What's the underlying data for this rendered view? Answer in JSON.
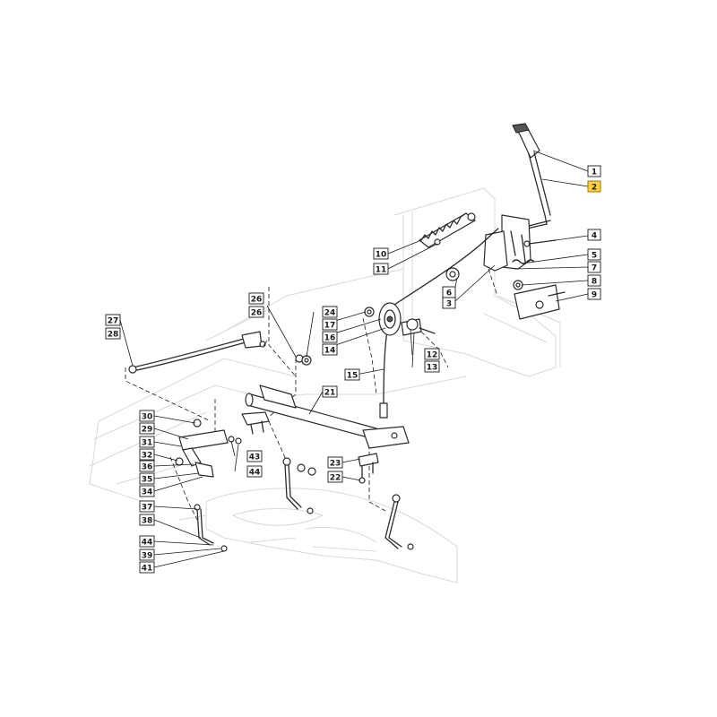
{
  "highlight_color": "#ffd23f",
  "callouts": [
    {
      "label": "1",
      "highlight": false
    },
    {
      "label": "2",
      "highlight": true
    },
    {
      "label": "4",
      "highlight": false
    },
    {
      "label": "5",
      "highlight": false
    },
    {
      "label": "7",
      "highlight": false
    },
    {
      "label": "8",
      "highlight": false
    },
    {
      "label": "9",
      "highlight": false
    },
    {
      "label": "6",
      "highlight": false
    },
    {
      "label": "3",
      "highlight": false
    },
    {
      "label": "10",
      "highlight": false
    },
    {
      "label": "11",
      "highlight": false
    },
    {
      "label": "26",
      "highlight": false
    },
    {
      "label": "26",
      "highlight": false
    },
    {
      "label": "24",
      "highlight": false
    },
    {
      "label": "17",
      "highlight": false
    },
    {
      "label": "16",
      "highlight": false
    },
    {
      "label": "14",
      "highlight": false
    },
    {
      "label": "27",
      "highlight": false
    },
    {
      "label": "28",
      "highlight": false
    },
    {
      "label": "12",
      "highlight": false
    },
    {
      "label": "13",
      "highlight": false
    },
    {
      "label": "15",
      "highlight": false
    },
    {
      "label": "21",
      "highlight": false
    },
    {
      "label": "30",
      "highlight": false
    },
    {
      "label": "29",
      "highlight": false
    },
    {
      "label": "31",
      "highlight": false
    },
    {
      "label": "32",
      "highlight": false
    },
    {
      "label": "36",
      "highlight": false
    },
    {
      "label": "35",
      "highlight": false
    },
    {
      "label": "34",
      "highlight": false
    },
    {
      "label": "43",
      "highlight": false
    },
    {
      "label": "44",
      "highlight": false
    },
    {
      "label": "23",
      "highlight": false
    },
    {
      "label": "22",
      "highlight": false
    },
    {
      "label": "37",
      "highlight": false
    },
    {
      "label": "38",
      "highlight": false
    },
    {
      "label": "44",
      "highlight": false
    },
    {
      "label": "39",
      "highlight": false
    },
    {
      "label": "41",
      "highlight": false
    }
  ]
}
